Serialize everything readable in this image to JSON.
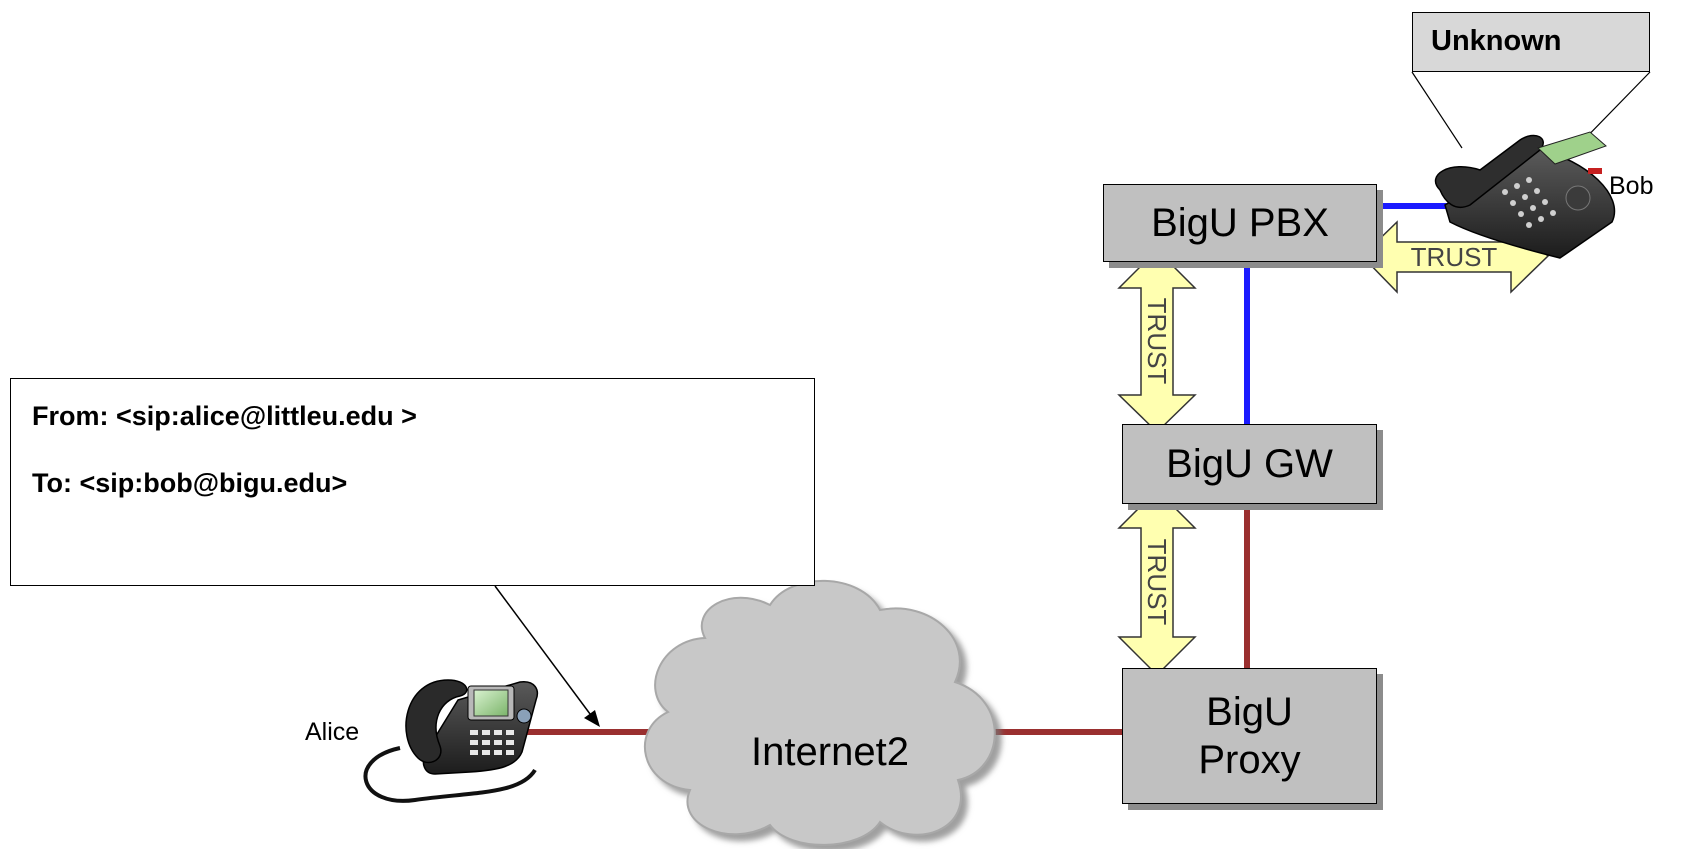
{
  "nodes": {
    "pbx": "BigU PBX",
    "gw": "BigU GW",
    "proxy_line1": "BigU",
    "proxy_line2": "Proxy",
    "cloud": "Internet2"
  },
  "trust_label": "TRUST",
  "people": {
    "alice": "Alice",
    "bob": "Bob"
  },
  "callout_headers": {
    "from": "From: <sip:alice@littleu.edu >",
    "to": "To: <sip:bob@bigu.edu>"
  },
  "callout_display": "Unknown",
  "colors": {
    "signaling_link": "#9a2f2f",
    "pbx_link": "#1a1aff",
    "trust_arrow_fill": "#ffffb0",
    "node_fill": "#c0c0c0",
    "cloud_fill": "#c8c8c8",
    "callout_display_fill": "#d8d8d8"
  },
  "icons": {
    "alice_device": "desk-phone-icon",
    "bob_device": "desk-phone-icon"
  }
}
